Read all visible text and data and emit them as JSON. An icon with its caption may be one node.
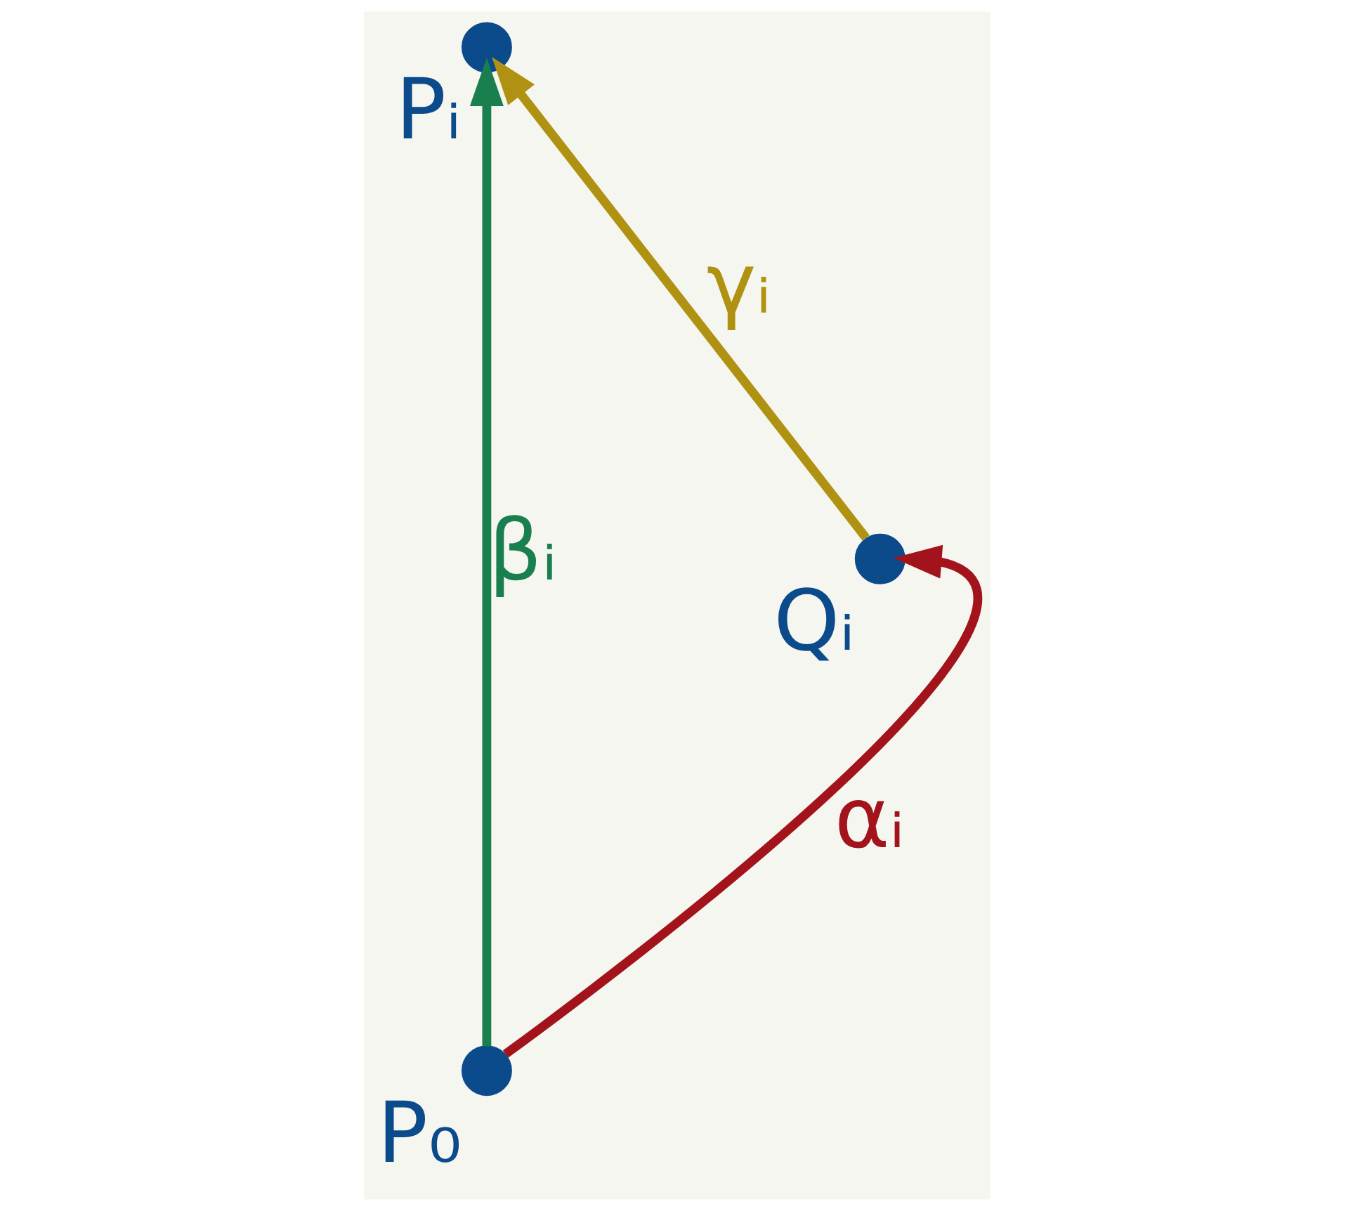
{
  "diagram": {
    "nodes": [
      {
        "text": [],
        "shape": "circle",
        "beside": [
          "Pᵢ"
        ]
      },
      {
        "text": [],
        "shape": "circle",
        "beside": [
          "Qᵢ"
        ]
      },
      {
        "text": [],
        "shape": "circle",
        "beside": [
          "P₀"
        ]
      }
    ],
    "edges": [
      {
        "from": 1,
        "to": 0,
        "arrow": "to",
        "label": "γᵢ",
        "color": "#b09212"
      },
      {
        "from": 2,
        "to": 0,
        "arrow": "to",
        "label": "βᵢ",
        "color": "#1a7f4f"
      },
      {
        "from": 2,
        "to": 1,
        "arrow": "to",
        "label": "αᵢ",
        "color": "#a3131b"
      }
    ]
  }
}
